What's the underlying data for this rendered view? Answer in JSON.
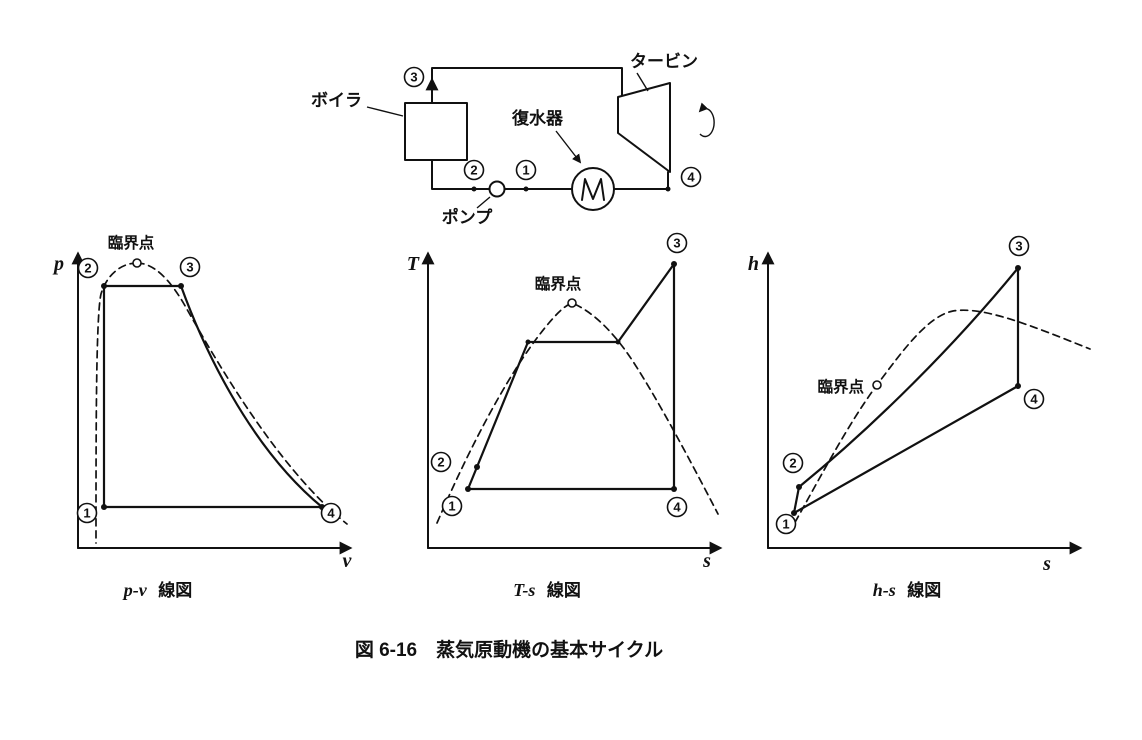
{
  "points": {
    "s1": "1",
    "s2": "2",
    "s3": "3",
    "s4": "4"
  },
  "schematic": {
    "boiler_label": "ボイラ",
    "turbine_label": "タービン",
    "condenser_label": "復水器",
    "pump_label": "ポンプ"
  },
  "pv": {
    "y_axis_label": "p",
    "x_axis_label": "v",
    "critical_point_label": "臨界点",
    "title_symbols": "p-v",
    "title_suffix": "線図"
  },
  "ts": {
    "y_axis_label": "T",
    "x_axis_label": "s",
    "critical_point_label": "臨界点",
    "title_symbols": "T-s",
    "title_suffix": "線図"
  },
  "hs": {
    "y_axis_label": "h",
    "x_axis_label": "s",
    "critical_point_label": "臨界点",
    "title_symbols": "h-s",
    "title_suffix": "線図"
  },
  "caption": "図 6-16　蒸気原動機の基本サイクル"
}
